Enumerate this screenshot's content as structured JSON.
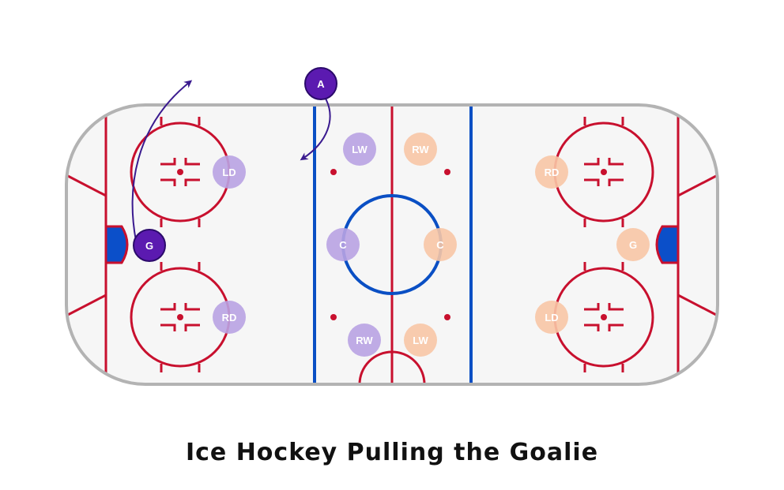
{
  "title": "Ice Hockey Pulling the Goalie",
  "colors": {
    "red_line": "#c8102e",
    "blue_line": "#0a4fc4",
    "boards": "#b3b3b3",
    "goal": "#0b4fc9",
    "attacking_team": "#5b1ab0",
    "attacking_team_faded": "#b9a3e3",
    "defending_team_faded": "#f8c7a6"
  },
  "players": {
    "attacking_skater": "A",
    "attacking_goalie": "G",
    "defending_goalie": "G",
    "attacking_faded": [
      "LW",
      "RW",
      "LD",
      "RD",
      "C"
    ],
    "defending_faded": [
      "RW",
      "LW",
      "RD",
      "LD",
      "C"
    ]
  },
  "arrows": [
    "goalie-exit-arrow",
    "skater-entry-arrow"
  ]
}
